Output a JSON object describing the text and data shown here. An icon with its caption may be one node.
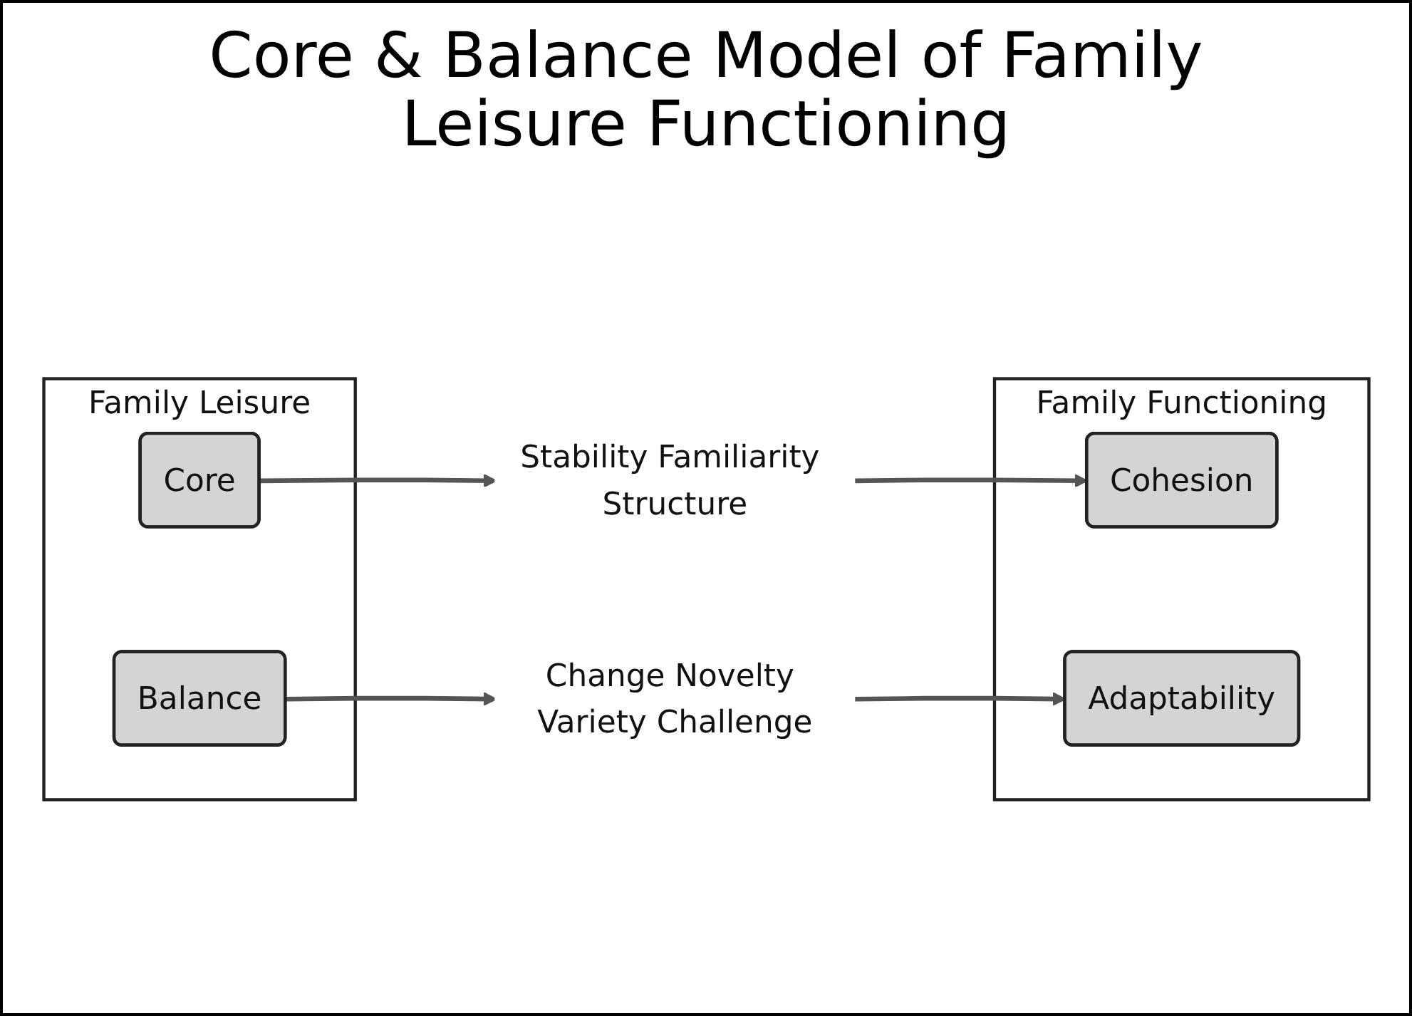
{
  "diagram": {
    "title": "Core & Balance Model of Family Leisure Functioning",
    "nodes": [
      {
        "text": [
          "Family Leisure"
        ]
      },
      {
        "text": [
          "Core"
        ],
        "in": 0
      },
      {
        "text": [
          "Balance"
        ],
        "in": 0
      },
      {
        "text": [
          "Stability Familiarity Structure"
        ]
      },
      {
        "text": [
          "Change Novelty Variety Challenge"
        ]
      },
      {
        "text": [
          "Family Functioning"
        ]
      },
      {
        "text": [
          "Cohesion"
        ],
        "in": 5
      },
      {
        "text": [
          "Adaptability"
        ],
        "in": 5
      }
    ],
    "edges": [
      {
        "from": 1,
        "to": 3,
        "arrow": "to"
      },
      {
        "from": 2,
        "to": 4,
        "arrow": "to"
      },
      {
        "from": 3,
        "to": 6,
        "arrow": "to"
      },
      {
        "from": 4,
        "to": 7,
        "arrow": "to"
      }
    ]
  }
}
